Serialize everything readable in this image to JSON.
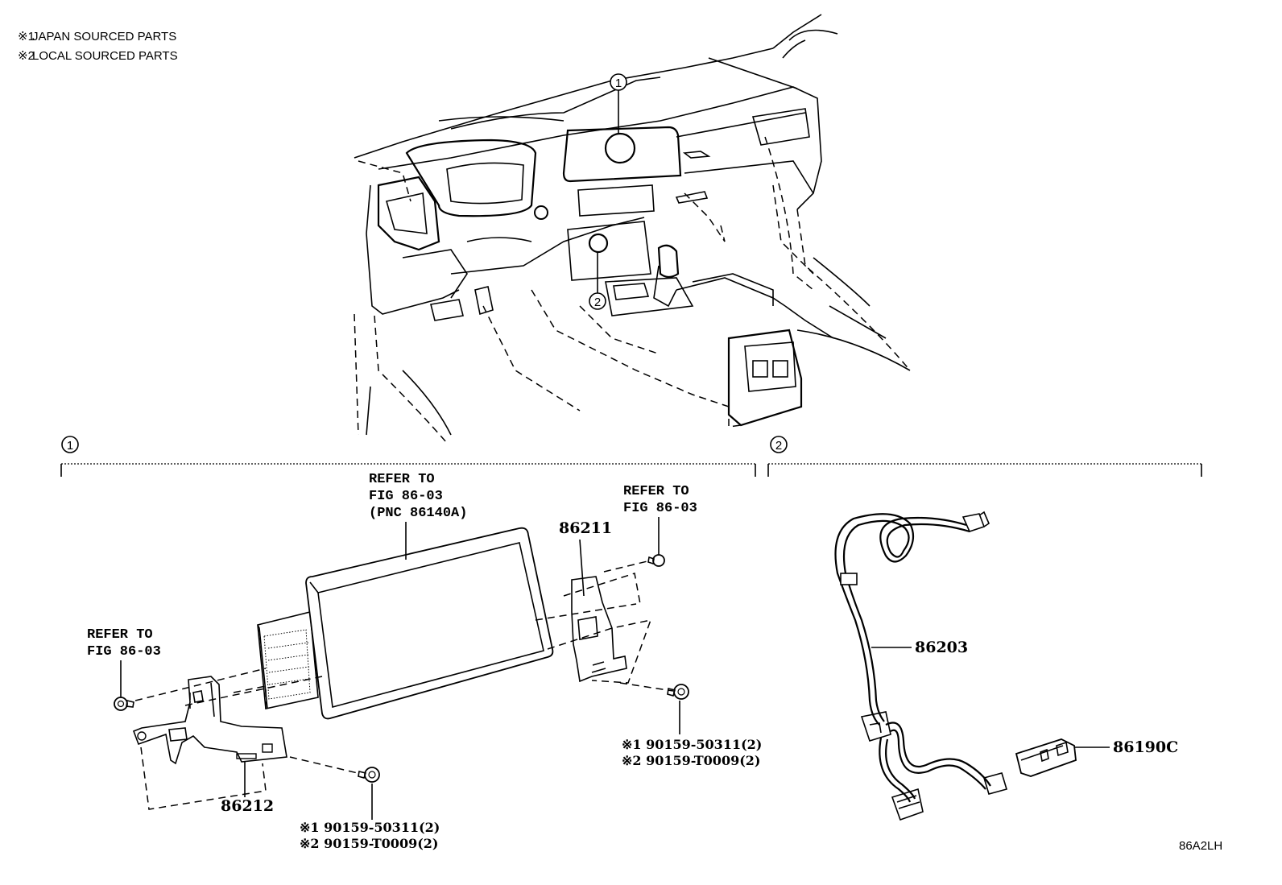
{
  "legend": [
    {
      "mark": "※1",
      "text": "JAPAN SOURCED PARTS"
    },
    {
      "mark": "※2",
      "text": "LOCAL SOURCED PARTS"
    }
  ],
  "callouts": {
    "top_1": "1",
    "top_2": "2",
    "section_1": "1",
    "section_2": "2"
  },
  "section_1": {
    "refer_display": {
      "line1": "REFER TO",
      "line2": "FIG 86-03",
      "line3": "(PNC 86140A)"
    },
    "refer_right": {
      "line1": "REFER TO",
      "line2": "FIG 86-03"
    },
    "refer_left": {
      "line1": "REFER TO",
      "line2": "FIG 86-03"
    },
    "part_86211": "86211",
    "part_86212": "86212",
    "bolt_right": {
      "line1": "※1 90159-50311(2)",
      "line2": "※2 90159-T0009(2)"
    },
    "bolt_bottom": {
      "line1": "※1 90159-50311(2)",
      "line2": "※2 90159-T0009(2)"
    }
  },
  "section_2": {
    "part_86203": "86203",
    "part_86190C": "86190C"
  },
  "figure_code": "86A2LH"
}
